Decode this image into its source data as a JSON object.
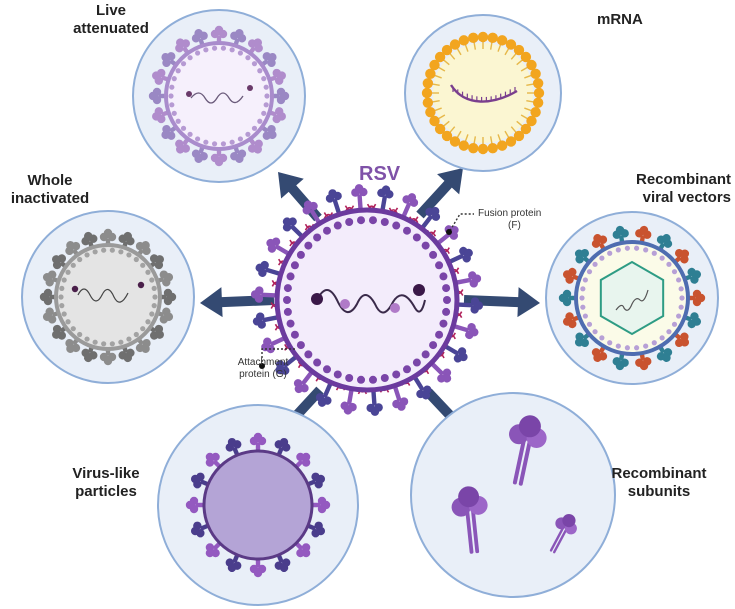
{
  "center": {
    "title": "RSV"
  },
  "annotations": {
    "fusion": {
      "line1": "Fusion protein",
      "line2": "(F)"
    },
    "attachment": {
      "line1": "Attachment",
      "line2": "protein (G)"
    }
  },
  "panels": [
    {
      "key": "live",
      "line1": "Live",
      "line2": "attenuated"
    },
    {
      "key": "mrna",
      "line1": "mRNA",
      "line2": ""
    },
    {
      "key": "whole",
      "line1": "Whole",
      "line2": "inactivated"
    },
    {
      "key": "vector",
      "line1": "Recombinant",
      "line2": "viral vectors"
    },
    {
      "key": "vlp",
      "line1": "Virus-like",
      "line2": "particles"
    },
    {
      "key": "subunit",
      "line1": "Recombinant",
      "line2": "subunits"
    }
  ],
  "colors": {
    "panel_fill": "#e9eff8",
    "panel_stroke": "#8faed8",
    "arrow": "#344a72",
    "envelope": "#6b3a9e",
    "membrane_bead": "#7a45a8",
    "core": "#f3ecfb",
    "fusion": "#8a55b8",
    "attachment": "#4a4596",
    "accent_red": "#b0215a",
    "lipid": "#f2a51f",
    "lipid_core": "#fbf6d2",
    "gray": "#8a8a8a",
    "vector_red": "#c9532f",
    "vector_teal": "#2f7f93",
    "capsid": "#2e9c84",
    "vlp_fill": "#b4a4d6"
  }
}
